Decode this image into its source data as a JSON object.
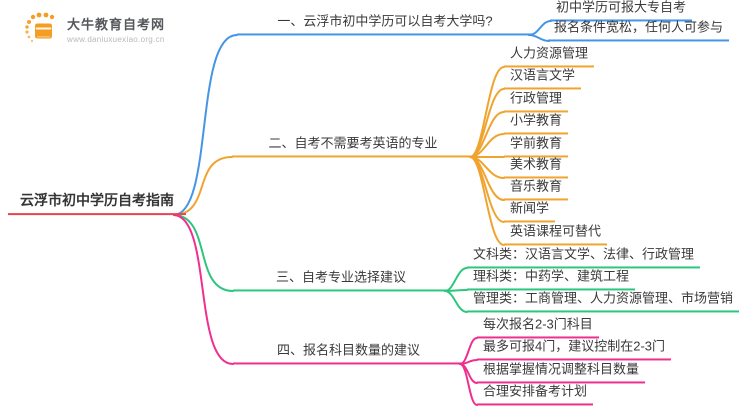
{
  "logo": {
    "title": "大牛教育自考网",
    "url": "www.daniuxuexiao.org.cn",
    "color": "#F49D25"
  },
  "mindmap": {
    "root": {
      "label": "云浮市初中学历自考指南",
      "color": "#E8434F"
    },
    "branches": [
      {
        "label": "一、云浮市初中学历可以自考大学吗?",
        "color": "#4495E8",
        "children": [
          "初中学历可报大专自考",
          "报名条件宽松，任何人可参与"
        ]
      },
      {
        "label": "二、自考不需要考英语的专业",
        "color": "#F0A42F",
        "children": [
          "人力资源管理",
          "汉语言文学",
          "行政管理",
          "小学教育",
          "学前教育",
          "美术教育",
          "音乐教育",
          "新闻学",
          "英语课程可替代"
        ]
      },
      {
        "label": "三、自考专业选择建议",
        "color": "#2EC67E",
        "children": [
          "文科类：汉语言文学、法律、行政管理",
          "理科类：中药学、建筑工程",
          "管理类：工商管理、人力资源管理、市场营销"
        ]
      },
      {
        "label": "四、报名科目数量的建议",
        "color": "#EF2F8F",
        "children": [
          "每次报名2-3门科目",
          "最多可报4门，建议控制在2-3门",
          "根据掌握情况调整科目数量",
          "合理安排备考计划"
        ]
      }
    ]
  }
}
